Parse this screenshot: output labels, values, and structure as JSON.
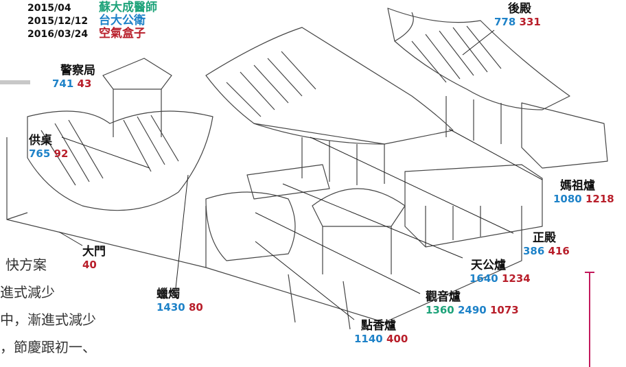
{
  "legend": [
    {
      "date": "2015/04",
      "name": "蘇大成醫師",
      "color": "#1ea37a"
    },
    {
      "date": "2015/12/12",
      "name": "台大公衛",
      "color": "#1e82c8"
    },
    {
      "date": "2016/03/24",
      "name": "空氣盒子",
      "color": "#b81e2a"
    }
  ],
  "side_text": [
    "快方案",
    "進式減少",
    "中，漸進式減少",
    "，節慶跟初一、"
  ],
  "labels": {
    "houdian": {
      "name": "後殿",
      "v1": "778",
      "v2": "331"
    },
    "police": {
      "name": "警察局",
      "v1": "741",
      "v2": "43"
    },
    "gongzhuo": {
      "name": "供桌",
      "v1": "765",
      "v2": "92"
    },
    "mazu": {
      "name": "媽祖爐",
      "v1": "1080",
      "v2": "1218"
    },
    "zhengdian": {
      "name": "正殿",
      "v1": "386",
      "v2": "416"
    },
    "damen": {
      "name": "大門",
      "v2": "40"
    },
    "tiangong": {
      "name": "天公爐",
      "v1": "1640",
      "v2": "1234"
    },
    "lazhu": {
      "name": "蠟燭",
      "v1": "1430",
      "v2": "80"
    },
    "guanyin": {
      "name": "觀音爐",
      "v0": "1360",
      "v1": "2490",
      "v2": "1073"
    },
    "dianxiang": {
      "name": "點香爐",
      "v1": "1140",
      "v2": "400"
    }
  },
  "colors": {
    "green": "#1ea37a",
    "blue": "#1e82c8",
    "red": "#b81e2a"
  }
}
